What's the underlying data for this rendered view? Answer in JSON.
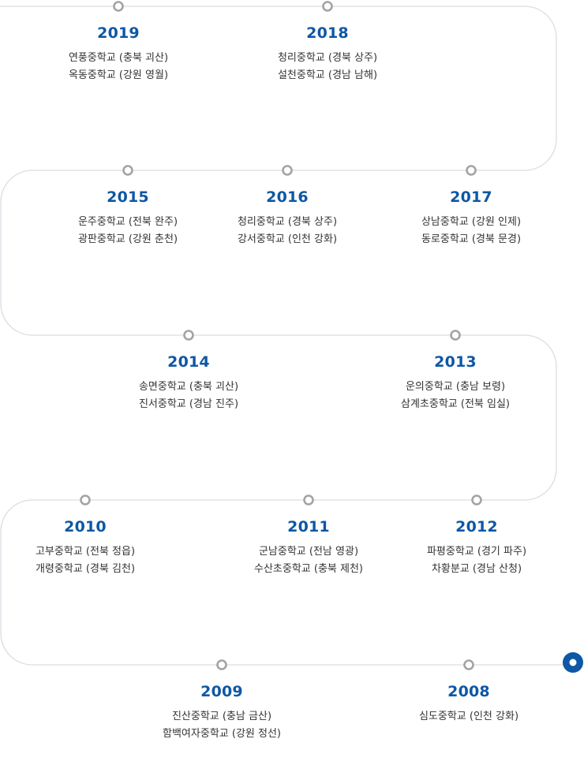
{
  "colors": {
    "path_line": "#d9dde3",
    "node_ring": "#a3a3a3",
    "node_fill": "#ffffff",
    "end_node": "#0e57a4",
    "year_text": "#0e57a4",
    "school_text": "#333333"
  },
  "timeline": {
    "entries": [
      {
        "year": "2019",
        "schools": [
          "연풍중학교 (충북 괴산)",
          "옥동중학교 (강원 영월)"
        ]
      },
      {
        "year": "2018",
        "schools": [
          "청리중학교 (경북 상주)",
          "설천중학교 (경남 남해)"
        ]
      },
      {
        "year": "2015",
        "schools": [
          "운주중학교 (전북 완주)",
          "광판중학교 (강원 춘천)"
        ]
      },
      {
        "year": "2016",
        "schools": [
          "청리중학교 (경북 상주)",
          "강서중학교 (인천 강화)"
        ]
      },
      {
        "year": "2017",
        "schools": [
          "상남중학교 (강원 인제)",
          "동로중학교 (경북 문경)"
        ]
      },
      {
        "year": "2014",
        "schools": [
          "송면중학교 (충북 괴산)",
          "진서중학교 (경남 진주)"
        ]
      },
      {
        "year": "2013",
        "schools": [
          "운의중학교 (충남 보령)",
          "삼계초중학교 (전북 임실)"
        ]
      },
      {
        "year": "2010",
        "schools": [
          "고부중학교 (전북 정읍)",
          "개령중학교 (경북 김천)"
        ]
      },
      {
        "year": "2011",
        "schools": [
          "군남중학교 (전남 영광)",
          "수산초중학교 (충북 제천)"
        ]
      },
      {
        "year": "2012",
        "schools": [
          "파평중학교 (경기 파주)",
          "차황분교 (경남 산청)"
        ]
      },
      {
        "year": "2009",
        "schools": [
          "진산중학교 (충남 금산)",
          "함백여자중학교 (강원 정선)"
        ]
      },
      {
        "year": "2008",
        "schools": [
          "심도중학교 (인천 강화)"
        ]
      }
    ]
  }
}
